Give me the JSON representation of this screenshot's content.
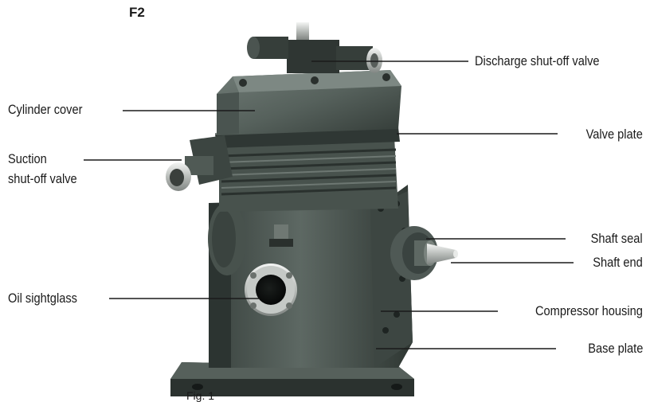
{
  "figure_id": "F2",
  "caption": "Fig. 1",
  "labels": {
    "discharge_shutoff_valve": "Discharge shut-off valve",
    "cylinder_cover": "Cylinder cover",
    "valve_plate": "Valve plate",
    "suction_line1": "Suction",
    "suction_line2": "shut-off valve",
    "shaft_seal": "Shaft seal",
    "shaft_end": "Shaft end",
    "oil_sightglass": "Oil sightglass",
    "compressor_housing": "Compressor housing",
    "base_plate": "Base plate"
  },
  "colors": {
    "body": "#4a5550",
    "body_dark": "#2c3430",
    "body_light": "#6d7873",
    "metal": "#c9ccc9",
    "metal_light": "#eef0ee",
    "leader": "#1a1a1a"
  }
}
